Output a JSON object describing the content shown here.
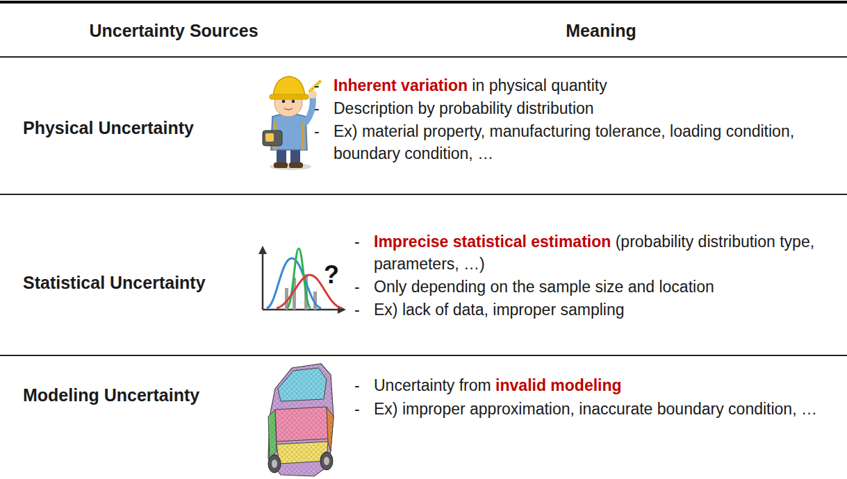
{
  "diagram": {
    "labels": [
      "Uncertainty Sources",
      "Meaning",
      "Physical Uncertainty",
      "-",
      "Inherent variation",
      "in physical quantity",
      "-",
      "Description by probability distribution",
      "-",
      "Ex) material property, manufacturing tolerance, loading condition, boundary condition, …",
      "Statistical Uncertainty",
      "?",
      "-",
      "Imprecise statistical estimation",
      "(probability distribution type, parameters, …)",
      "-",
      "Only depending on the sample size and location",
      "-",
      "Ex) lack of data, improper sampling",
      "Modeling Uncertainty",
      "-",
      "Uncertainty from",
      "invalid modeling",
      "-",
      "Ex) improper approximation, inaccurate boundary condition, …"
    ]
  }
}
